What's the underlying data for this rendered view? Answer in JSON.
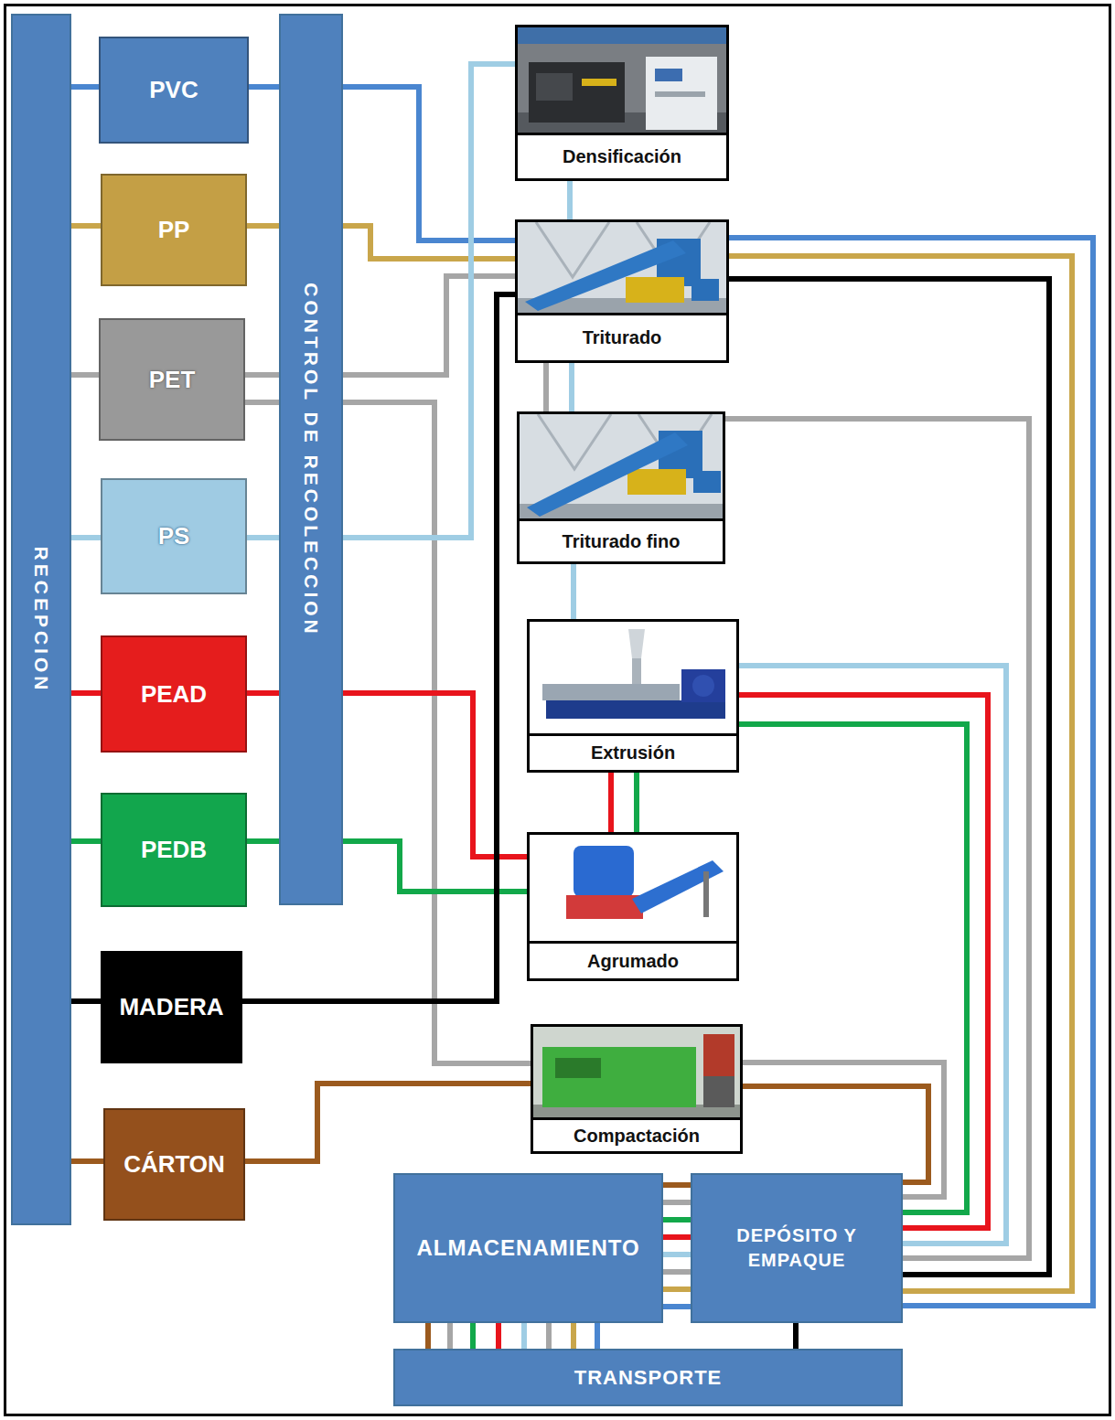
{
  "diagram": {
    "nodes": [
      {
        "text": [
          "RECEPCION"
        ]
      },
      {
        "text": [
          "PVC"
        ]
      },
      {
        "text": [
          "PP"
        ]
      },
      {
        "text": [
          "PET"
        ]
      },
      {
        "text": [
          "PS"
        ]
      },
      {
        "text": [
          "PEAD"
        ]
      },
      {
        "text": [
          "PEDB"
        ]
      },
      {
        "text": [
          "MADERA"
        ]
      },
      {
        "text": [
          "CÁRTON"
        ]
      },
      {
        "text": [
          "CONTROL DE RECOLECCION"
        ]
      },
      {
        "text": [
          "Densificación"
        ]
      },
      {
        "text": [
          "Triturado"
        ]
      },
      {
        "text": [
          "Triturado fino"
        ]
      },
      {
        "text": [
          "Extrusión"
        ]
      },
      {
        "text": [
          "Agrumado"
        ]
      },
      {
        "text": [
          "Compactación"
        ]
      },
      {
        "text": [
          "ALMACENAMIENTO"
        ]
      },
      {
        "text": [
          "DEPÓSITO Y EMPAQUE"
        ]
      },
      {
        "text": [
          "TRANSPORTE"
        ]
      }
    ],
    "edges": [
      {
        "from": 0,
        "to": 1,
        "arrow": "none"
      },
      {
        "from": 0,
        "to": 2,
        "arrow": "none"
      },
      {
        "from": 0,
        "to": 3,
        "arrow": "none"
      },
      {
        "from": 0,
        "to": 4,
        "arrow": "none"
      },
      {
        "from": 0,
        "to": 5,
        "arrow": "none"
      },
      {
        "from": 0,
        "to": 6,
        "arrow": "none"
      },
      {
        "from": 0,
        "to": 7,
        "arrow": "none"
      },
      {
        "from": 0,
        "to": 8,
        "arrow": "none"
      },
      {
        "from": 1,
        "to": 9,
        "arrow": "none"
      },
      {
        "from": 2,
        "to": 9,
        "arrow": "none"
      },
      {
        "from": 3,
        "to": 9,
        "arrow": "none"
      },
      {
        "from": 4,
        "to": 9,
        "arrow": "none"
      },
      {
        "from": 5,
        "to": 9,
        "arrow": "none"
      },
      {
        "from": 6,
        "to": 9,
        "arrow": "none"
      },
      {
        "from": 3,
        "to": 9,
        "arrow": "none"
      },
      {
        "from": 9,
        "to": 11,
        "arrow": "none"
      },
      {
        "from": 9,
        "to": 11,
        "arrow": "none"
      },
      {
        "from": 9,
        "to": 11,
        "arrow": "none"
      },
      {
        "from": 9,
        "to": 15,
        "arrow": "none"
      },
      {
        "from": 9,
        "to": 10,
        "arrow": "none"
      },
      {
        "from": 9,
        "to": 14,
        "arrow": "none"
      },
      {
        "from": 9,
        "to": 14,
        "arrow": "none"
      },
      {
        "from": 7,
        "to": 11,
        "arrow": "none"
      },
      {
        "from": 8,
        "to": 15,
        "arrow": "none"
      },
      {
        "from": 10,
        "to": 11,
        "arrow": "none"
      },
      {
        "from": 11,
        "to": 12,
        "arrow": "none"
      },
      {
        "from": 11,
        "to": 12,
        "arrow": "none"
      },
      {
        "from": 12,
        "to": 13,
        "arrow": "none"
      },
      {
        "from": 14,
        "to": 13,
        "arrow": "none"
      },
      {
        "from": 14,
        "to": 13,
        "arrow": "none"
      },
      {
        "from": 11,
        "to": 17,
        "arrow": "none"
      },
      {
        "from": 11,
        "to": 17,
        "arrow": "none"
      },
      {
        "from": 11,
        "to": 17,
        "arrow": "none"
      },
      {
        "from": 12,
        "to": 17,
        "arrow": "none"
      },
      {
        "from": 13,
        "to": 17,
        "arrow": "none"
      },
      {
        "from": 13,
        "to": 17,
        "arrow": "none"
      },
      {
        "from": 13,
        "to": 17,
        "arrow": "none"
      },
      {
        "from": 15,
        "to": 17,
        "arrow": "none"
      },
      {
        "from": 15,
        "to": 17,
        "arrow": "none"
      },
      {
        "from": 17,
        "to": 16,
        "arrow": "none"
      },
      {
        "from": 17,
        "to": 16,
        "arrow": "none"
      },
      {
        "from": 17,
        "to": 16,
        "arrow": "none"
      },
      {
        "from": 17,
        "to": 16,
        "arrow": "none"
      },
      {
        "from": 17,
        "to": 16,
        "arrow": "none"
      },
      {
        "from": 17,
        "to": 16,
        "arrow": "none"
      },
      {
        "from": 17,
        "to": 16,
        "arrow": "none"
      },
      {
        "from": 17,
        "to": 16,
        "arrow": "none"
      },
      {
        "from": 16,
        "to": 18,
        "arrow": "none"
      },
      {
        "from": 16,
        "to": 18,
        "arrow": "none"
      },
      {
        "from": 16,
        "to": 18,
        "arrow": "none"
      },
      {
        "from": 16,
        "to": 18,
        "arrow": "none"
      },
      {
        "from": 16,
        "to": 18,
        "arrow": "none"
      },
      {
        "from": 16,
        "to": 18,
        "arrow": "none"
      },
      {
        "from": 16,
        "to": 18,
        "arrow": "none"
      },
      {
        "from": 16,
        "to": 18,
        "arrow": "none"
      },
      {
        "from": 17,
        "to": 18,
        "arrow": "none"
      }
    ]
  }
}
